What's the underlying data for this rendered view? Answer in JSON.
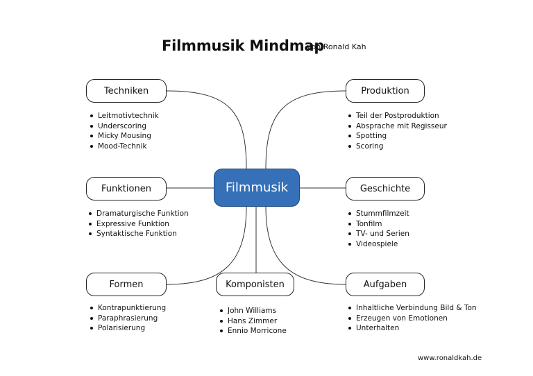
{
  "header": {
    "title": "Filmmusik Mindmap",
    "author": "von Ronald Kah"
  },
  "center": {
    "label": "Filmmusik",
    "color": "#3570b8"
  },
  "branches": [
    {
      "id": "techniken",
      "label": "Techniken",
      "items": [
        "Leitmotivtechnik",
        "Underscoring",
        "Micky Mousing",
        "Mood-Technik"
      ]
    },
    {
      "id": "produktion",
      "label": "Produktion",
      "items": [
        "Teil der Postproduktion",
        "Absprache mit Regisseur",
        "Spotting",
        "Scoring"
      ]
    },
    {
      "id": "funktionen",
      "label": "Funktionen",
      "items": [
        "Dramaturgische Funktion",
        "Expressive Funktion",
        "Syntaktische Funktion"
      ]
    },
    {
      "id": "geschichte",
      "label": "Geschichte",
      "items": [
        "Stummfilmzeit",
        "Tonfilm",
        "TV- und Serien",
        "Videospiele"
      ]
    },
    {
      "id": "formen",
      "label": "Formen",
      "items": [
        "Kontrapunktierung",
        "Paraphrasierung",
        "Polarisierung"
      ]
    },
    {
      "id": "komponisten",
      "label": "Komponisten",
      "items": [
        "John Williams",
        "Hans Zimmer",
        "Ennio Morricone"
      ]
    },
    {
      "id": "aufgaben",
      "label": "Aufgaben",
      "items": [
        "Inhaltliche Verbindung Bild & Ton",
        "Erzeugen von Emotionen",
        "Unterhalten"
      ]
    }
  ],
  "footer": {
    "url": "www.ronaldkah.de"
  }
}
